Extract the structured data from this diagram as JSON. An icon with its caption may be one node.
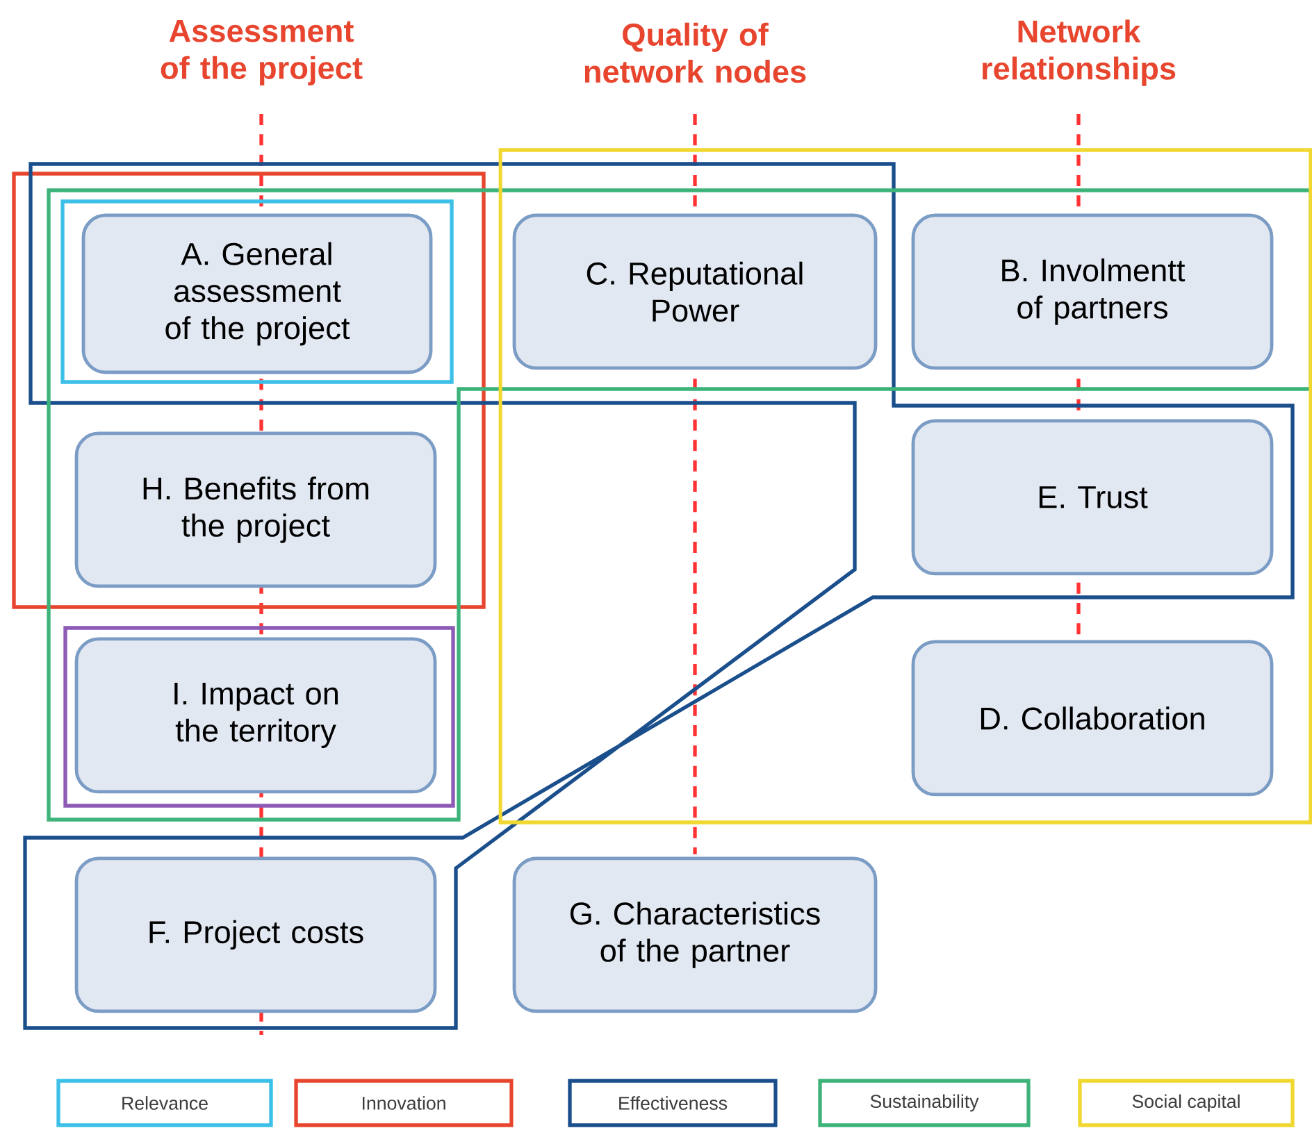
{
  "diagram": {
    "nodes": [
      {
        "text": [
          "A. General assessment of the project"
        ]
      },
      {
        "text": [
          "C. Reputational Power"
        ]
      },
      {
        "text": [
          "B. Involmentt of partners"
        ]
      },
      {
        "text": [
          "H. Benefits from the project"
        ]
      },
      {
        "text": [
          "E. Trust"
        ]
      },
      {
        "text": [
          "I. Impact on the territory"
        ]
      },
      {
        "text": [
          "D. Collaboration"
        ]
      },
      {
        "text": [
          "F. Project costs"
        ]
      },
      {
        "text": [
          "G. Characteristics of the partner"
        ]
      }
    ],
    "labels": [
      "Assessment of the project",
      "Quality of network nodes",
      "Network relationships"
    ],
    "legend": [
      {
        "text": "Relevance",
        "color": "#3cc0e8"
      },
      {
        "text": "Innovation",
        "color": "#e8452f"
      },
      {
        "text": "Effectiveness",
        "color": "#1a4f8c"
      },
      {
        "text": "Sustainability",
        "color": "#3db37a"
      },
      {
        "text": "Social capital",
        "color": "#f0d830"
      }
    ]
  }
}
